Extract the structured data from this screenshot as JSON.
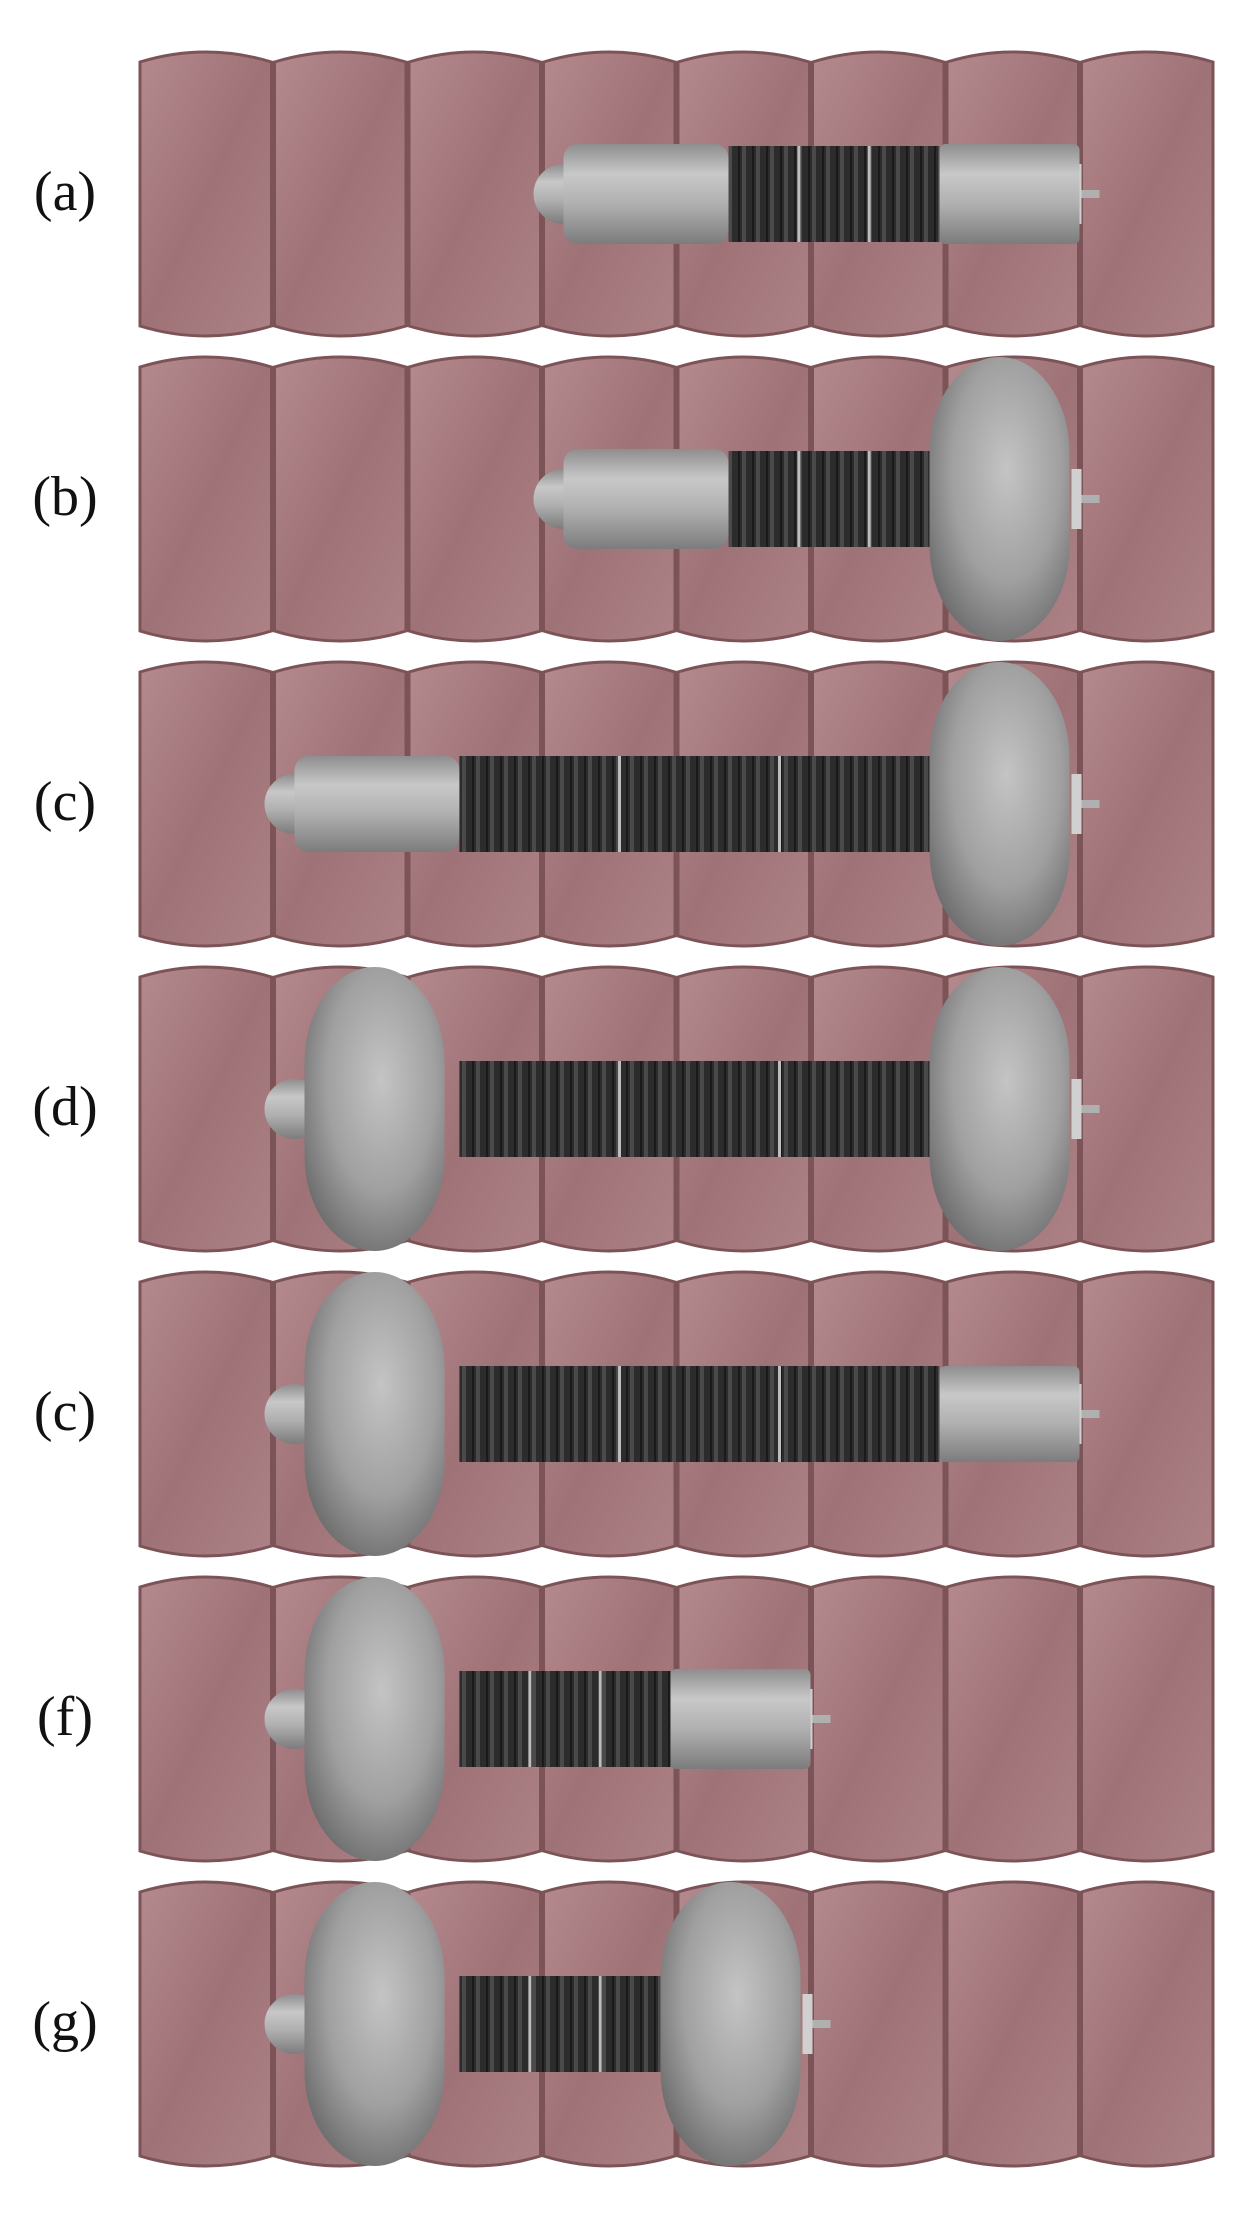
{
  "figure": {
    "description_free": true,
    "colors": {
      "tissue": "#a57a7e",
      "tissue_edge": "#7c5458",
      "device_gray": "#a8a8a8",
      "bellows": "#2f2f2f",
      "background": "#ffffff"
    },
    "panels": [
      {
        "label": "(a)",
        "body_start_segment": 3,
        "body_end_segment": 7,
        "tail_clamp_inflated": false,
        "head_clamp_inflated": false,
        "body_extension": "short"
      },
      {
        "label": "(b)",
        "body_start_segment": 3,
        "body_end_segment": 7,
        "tail_clamp_inflated": false,
        "head_clamp_inflated": true,
        "body_extension": "short"
      },
      {
        "label": "(c)",
        "body_start_segment": 1,
        "body_end_segment": 7,
        "tail_clamp_inflated": false,
        "head_clamp_inflated": true,
        "body_extension": "long"
      },
      {
        "label": "(d)",
        "body_start_segment": 1,
        "body_end_segment": 7,
        "tail_clamp_inflated": true,
        "head_clamp_inflated": true,
        "body_extension": "long"
      },
      {
        "label": "(c)",
        "body_start_segment": 1,
        "body_end_segment": 7,
        "tail_clamp_inflated": true,
        "head_clamp_inflated": false,
        "body_extension": "long"
      },
      {
        "label": "(f)",
        "body_start_segment": 1,
        "body_end_segment": 5,
        "tail_clamp_inflated": true,
        "head_clamp_inflated": false,
        "body_extension": "short"
      },
      {
        "label": "(g)",
        "body_start_segment": 1,
        "body_end_segment": 5,
        "tail_clamp_inflated": true,
        "head_clamp_inflated": true,
        "body_extension": "short"
      }
    ]
  }
}
